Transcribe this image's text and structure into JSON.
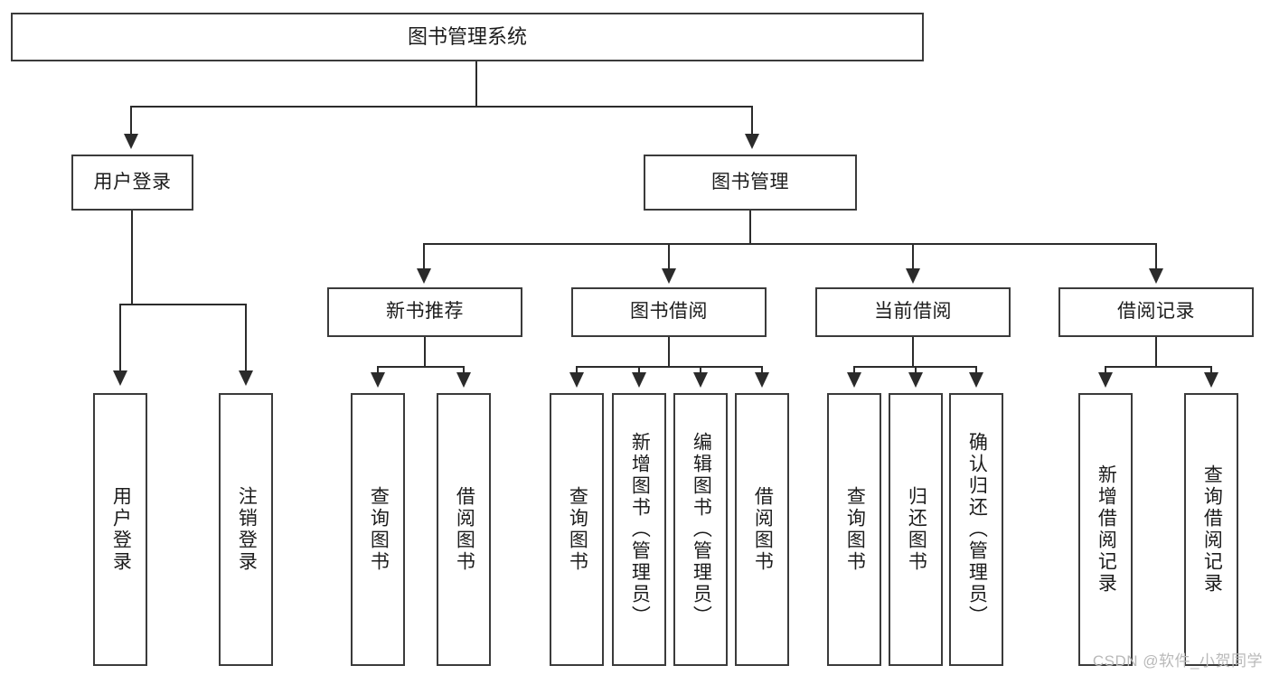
{
  "diagram": {
    "type": "tree-hierarchy",
    "title": "图书管理系统",
    "root": {
      "label": "图书管理系统"
    },
    "level1": [
      {
        "id": "user-login",
        "label": "用户登录"
      },
      {
        "id": "book-management",
        "label": "图书管理"
      }
    ],
    "level2": [
      {
        "id": "new-book-recommend",
        "label": "新书推荐"
      },
      {
        "id": "book-borrow",
        "label": "图书借阅"
      },
      {
        "id": "current-borrow",
        "label": "当前借阅"
      },
      {
        "id": "borrow-record",
        "label": "借阅记录"
      }
    ],
    "leaves": [
      {
        "id": "leaf-user-login",
        "label": "用户登录",
        "parent": "user-login"
      },
      {
        "id": "leaf-logout-login",
        "label": "注销登录",
        "parent": "user-login"
      },
      {
        "id": "leaf-query-book-1",
        "label": "查询图书",
        "parent": "new-book-recommend"
      },
      {
        "id": "leaf-borrow-book-1",
        "label": "借阅图书",
        "parent": "new-book-recommend"
      },
      {
        "id": "leaf-query-book-2",
        "label": "查询图书",
        "parent": "book-borrow"
      },
      {
        "id": "leaf-add-book",
        "label": "新增图书（管理员）",
        "parent": "book-borrow"
      },
      {
        "id": "leaf-edit-book",
        "label": "编辑图书（管理员）",
        "parent": "book-borrow"
      },
      {
        "id": "leaf-borrow-book-2",
        "label": "借阅图书",
        "parent": "book-borrow"
      },
      {
        "id": "leaf-query-book-3",
        "label": "查询图书",
        "parent": "current-borrow"
      },
      {
        "id": "leaf-return-book",
        "label": "归还图书",
        "parent": "current-borrow"
      },
      {
        "id": "leaf-confirm-return",
        "label": "确认归还（管理员）",
        "parent": "current-borrow"
      },
      {
        "id": "leaf-add-record",
        "label": "新增借阅记录",
        "parent": "borrow-record"
      },
      {
        "id": "leaf-query-record",
        "label": "查询借阅记录",
        "parent": "borrow-record"
      }
    ],
    "colors": {
      "border": "#3b3b3b",
      "connector": "#2b2b2b",
      "background": "#ffffff",
      "text": "#1c1c1c",
      "watermark": "#b9b9b9"
    }
  },
  "watermark": {
    "text": "CSDN @软件_小贺同学"
  }
}
